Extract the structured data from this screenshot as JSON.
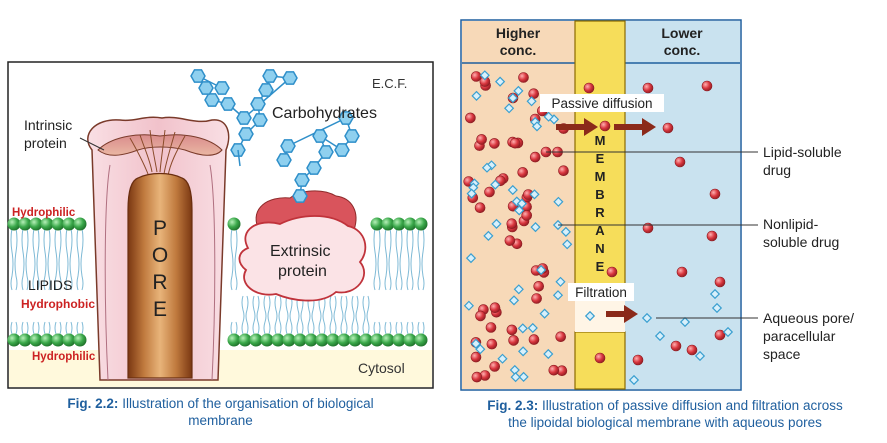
{
  "fig22": {
    "ecf": "E.C.F.",
    "carbohydrates": "Carbohydrates",
    "intrinsic_line1": "Intrinsic",
    "intrinsic_line2": "protein",
    "hydrophilic_top": "Hydrophilic",
    "hydrophobic": "Hydrophobic",
    "hydrophilic_bottom": "Hydrophilic",
    "lipids": "LIPIDS",
    "pore_letters": [
      "P",
      "O",
      "R",
      "E"
    ],
    "extrinsic_line1": "Extrinsic",
    "extrinsic_line2": "protein",
    "cytosol": "Cytosol",
    "caption_label": "Fig. 2.2:",
    "caption_text_line1": "Illustration of the organisation of biological",
    "caption_text_line2": "membrane"
  },
  "fig23": {
    "higher_line1": "Higher",
    "higher_line2": "conc.",
    "lower_line1": "Lower",
    "lower_line2": "conc.",
    "membrane_letters": [
      "M",
      "E",
      "M",
      "B",
      "R",
      "A",
      "N",
      "E"
    ],
    "passive_diffusion": "Passive diffusion",
    "filtration": "Filtration",
    "lipid_line1": "Lipid-soluble",
    "lipid_line2": "drug",
    "nonlipid_line1": "Nonlipid-",
    "nonlipid_line2": "soluble drug",
    "pore_line1": "Aqueous pore/",
    "pore_line2": "paracellular",
    "pore_line3": "space",
    "caption_label": "Fig. 2.3:",
    "caption_text_line1": "Illustration of passive diffusion and filtration across",
    "caption_text_line2": "the lipoidal biological membrane with aqueous pores"
  },
  "colors": {
    "caption_blue": "#1f5f9e",
    "hydro_red": "#cc2222",
    "head_green": "#3aa84a",
    "tail_blue": "#7fbad6",
    "protein_pink": "#f4cfd6",
    "pore_brown": "#a0521e",
    "extrinsic_red": "#d9545c",
    "carb_blue": "#2f8fc9",
    "higher_bg": "#f7d9b8",
    "lower_bg": "#c9e2ef",
    "membrane_yellow": "#f6dd5a",
    "drug_red": "#d9363e",
    "nonlipid_blue": "#59b3dc",
    "arrow_brown": "#8b2a1a"
  }
}
